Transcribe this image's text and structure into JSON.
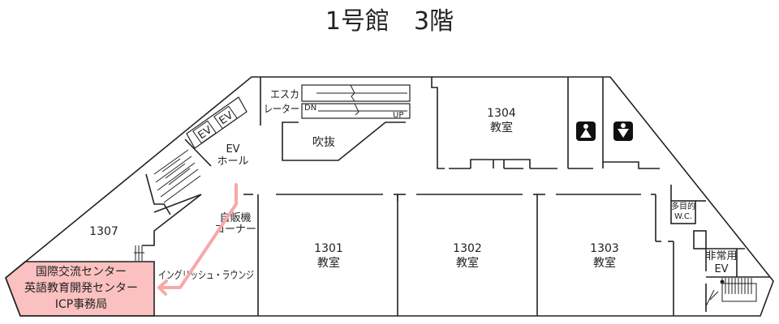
{
  "title": "1号館　3階",
  "labels": {
    "escalator_1": "エスカ",
    "escalator_2": "レーター",
    "dn": "DN",
    "up": "UP",
    "atrium": "吹抜",
    "ev1": "EV",
    "ev2": "EV",
    "ev_hall_1": "EV",
    "ev_hall_2": "ホール",
    "vending_1": "自販機",
    "vending_2": "コーナー",
    "lounge": "イングリッシュ・ラウンジ",
    "multi_wc_1": "多目的",
    "multi_wc_2": "W.C.",
    "emergency_ev_1": "非常用",
    "emergency_ev_2": "EV"
  },
  "rooms": [
    {
      "number": "1301",
      "type": "教室"
    },
    {
      "number": "1302",
      "type": "教室"
    },
    {
      "number": "1303",
      "type": "教室"
    },
    {
      "number": "1304",
      "type": "教室"
    },
    {
      "number": "1307",
      "type": ""
    }
  ],
  "highlight": {
    "lines": [
      "国際交流センター",
      "英語教育開発センター",
      "ICP事務局"
    ],
    "color": "#fbc0c0",
    "arrow_color": "#f7a8a8"
  },
  "icons": [
    "female-restroom-icon",
    "male-restroom-icon"
  ]
}
